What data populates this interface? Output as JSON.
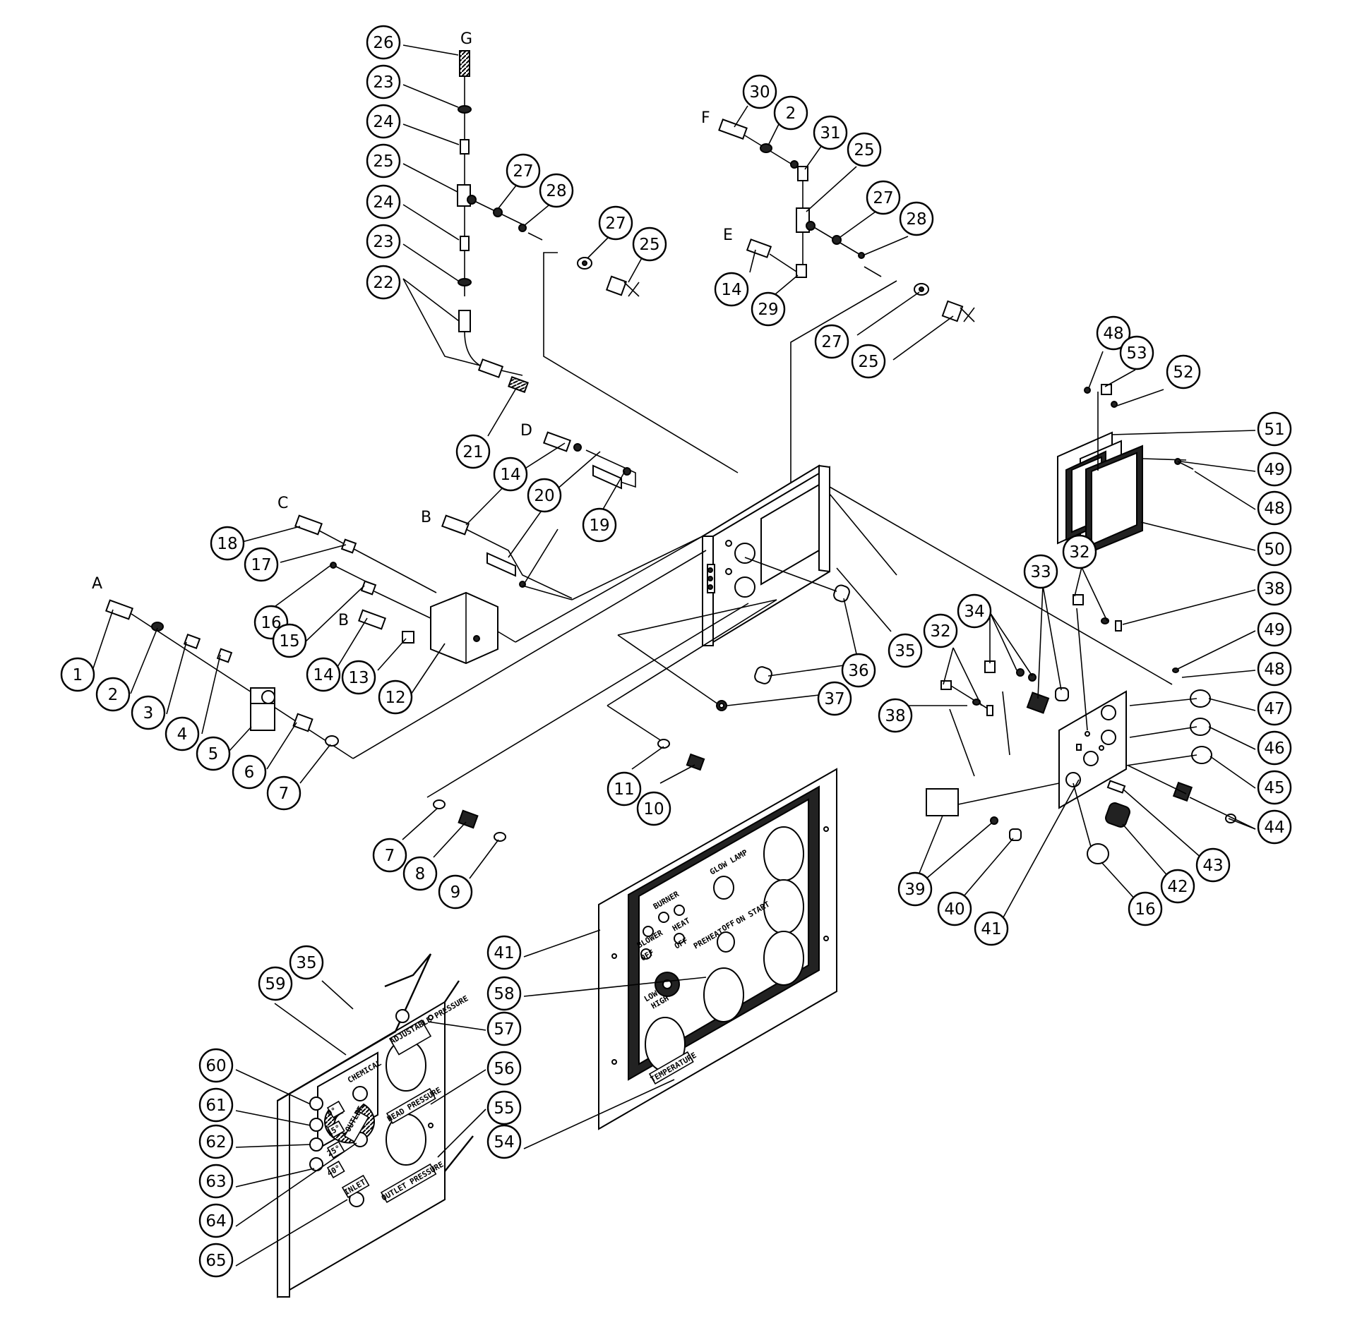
{
  "callouts": [
    {
      "n": "26"
    },
    {
      "n": "23"
    },
    {
      "n": "24"
    },
    {
      "n": "25"
    },
    {
      "n": "24"
    },
    {
      "n": "23"
    },
    {
      "n": "22"
    },
    {
      "n": "27"
    },
    {
      "n": "28"
    },
    {
      "n": "27"
    },
    {
      "n": "25"
    },
    {
      "n": "21"
    },
    {
      "n": "30"
    },
    {
      "n": "2"
    },
    {
      "n": "31"
    },
    {
      "n": "25"
    },
    {
      "n": "27"
    },
    {
      "n": "28"
    },
    {
      "n": "14"
    },
    {
      "n": "29"
    },
    {
      "n": "27"
    },
    {
      "n": "25"
    },
    {
      "n": "48"
    },
    {
      "n": "53"
    },
    {
      "n": "52"
    },
    {
      "n": "51"
    },
    {
      "n": "49"
    },
    {
      "n": "48"
    },
    {
      "n": "50"
    },
    {
      "n": "14"
    },
    {
      "n": "20"
    },
    {
      "n": "19"
    },
    {
      "n": "18"
    },
    {
      "n": "17"
    },
    {
      "n": "16"
    },
    {
      "n": "15"
    },
    {
      "n": "14"
    },
    {
      "n": "13"
    },
    {
      "n": "12"
    },
    {
      "n": "1"
    },
    {
      "n": "2"
    },
    {
      "n": "3"
    },
    {
      "n": "4"
    },
    {
      "n": "5"
    },
    {
      "n": "6"
    },
    {
      "n": "7"
    },
    {
      "n": "35"
    },
    {
      "n": "36"
    },
    {
      "n": "37"
    },
    {
      "n": "11"
    },
    {
      "n": "10"
    },
    {
      "n": "7"
    },
    {
      "n": "8"
    },
    {
      "n": "9"
    },
    {
      "n": "32"
    },
    {
      "n": "33"
    },
    {
      "n": "34"
    },
    {
      "n": "32"
    },
    {
      "n": "38"
    },
    {
      "n": "38"
    },
    {
      "n": "49"
    },
    {
      "n": "48"
    },
    {
      "n": "47"
    },
    {
      "n": "46"
    },
    {
      "n": "45"
    },
    {
      "n": "44"
    },
    {
      "n": "43"
    },
    {
      "n": "42"
    },
    {
      "n": "16"
    },
    {
      "n": "41"
    },
    {
      "n": "40"
    },
    {
      "n": "39"
    },
    {
      "n": "41"
    },
    {
      "n": "58"
    },
    {
      "n": "57"
    },
    {
      "n": "56"
    },
    {
      "n": "55"
    },
    {
      "n": "54"
    },
    {
      "n": "35"
    },
    {
      "n": "59"
    },
    {
      "n": "60"
    },
    {
      "n": "61"
    },
    {
      "n": "62"
    },
    {
      "n": "63"
    },
    {
      "n": "64"
    },
    {
      "n": "65"
    }
  ],
  "connection_letters": {
    "g": "G",
    "f": "F",
    "e": "E",
    "d": "D",
    "c": "C",
    "b1": "B",
    "b2": "B",
    "a": "A"
  },
  "panel_labels": {
    "burner": "BURNER",
    "glow_lamp": "GLOW LAMP",
    "blower": "BLOWER",
    "off1": "OFF",
    "heat": "HEAT",
    "off2": "OFF",
    "preheat": "PREHEAT",
    "off3": "OFF",
    "on_start": "ON START",
    "low": "LOW",
    "high": "HIGH",
    "temperature": "TEMPERATURE",
    "chemical": "CHEMICAL",
    "adjustable_pressure": "ADJUSTABLE PRESSURE",
    "head_pressure": "HEAD PRESSURE",
    "outlet_pressure": "OUTLET PRESSURE",
    "outlet": "OUTLET",
    "inlet": "INLET",
    "deg0": "0°",
    "deg15": "15°",
    "deg25": "25°",
    "deg40": "40°"
  }
}
